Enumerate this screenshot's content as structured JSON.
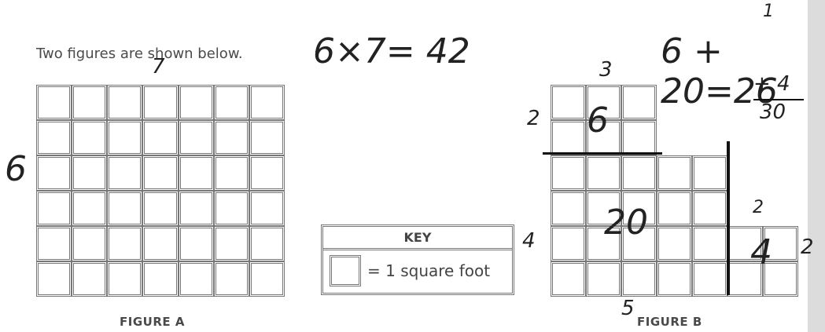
{
  "prompt": "Two figures are shown below.",
  "figure_a": {
    "caption": "FIGURE A",
    "cols": 7,
    "rows": 6,
    "label_top": "7",
    "label_left": "6"
  },
  "figure_b": {
    "caption": "FIGURE B",
    "labels": {
      "top": "3",
      "left_top": "2",
      "top_area": "6",
      "middle_area": "20",
      "left_middle": "4",
      "small_top": "2",
      "small_area": "4",
      "small_right": "2",
      "bottom": "5"
    }
  },
  "key": {
    "title": "KEY",
    "text": "= 1 square foot"
  },
  "handwriting": {
    "equation_a": "6×7= 42",
    "sum_line1": "6 + 20=26",
    "carry": "1",
    "sum_line2": "+ 4",
    "sum_total": "30"
  }
}
